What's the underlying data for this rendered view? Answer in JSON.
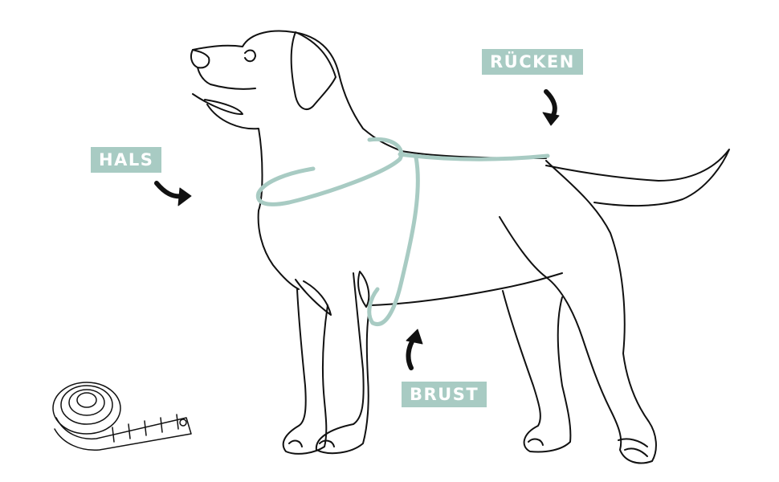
{
  "labels": {
    "hals": "HALS",
    "ruecken": "RÜCKEN",
    "brust": "BRUST"
  },
  "colors": {
    "accent": "#a8cbc3",
    "line": "#111111",
    "background": "#ffffff"
  }
}
